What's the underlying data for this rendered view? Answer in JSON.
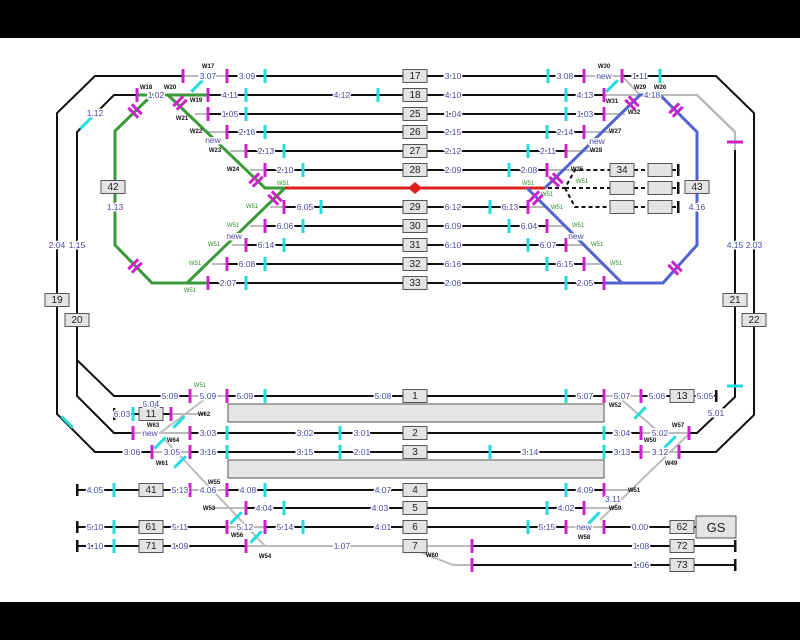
{
  "colors": {
    "section_label": "#4a4aa8",
    "magenta_signal": "#cc22cc",
    "cyan_sensor": "#22dddd",
    "route_red": "#e02020",
    "route_green": "#3a9a3a",
    "route_blue": "#5262d0",
    "inactive_track": "#bbbbbb"
  },
  "tracks": [
    "17",
    "18",
    "25",
    "26",
    "27",
    "28",
    "29",
    "30",
    "31",
    "32",
    "33",
    "42",
    "43",
    "19",
    "20",
    "21",
    "22",
    "34",
    "1",
    "2",
    "3",
    "4",
    "5",
    "6",
    "7",
    "11",
    "13",
    "41",
    "61",
    "71",
    "62",
    "72",
    "73",
    "GS"
  ],
  "sections": [
    "3.07",
    "3.09",
    "3.10",
    "3.08",
    "new",
    "1.11",
    "1.02",
    "4.11",
    "4.12",
    "4.10",
    "4.13",
    "4.18",
    "1.05",
    "1.04",
    "1.03",
    "2.16",
    "2.15",
    "2.14",
    "new",
    "new",
    "2.13",
    "2.12",
    "2.11",
    "2.10",
    "2.09",
    "2.08",
    "6.05",
    "6.12",
    "6.13",
    "6.06",
    "6.09",
    "6.04",
    "new",
    "new",
    "6.14",
    "6.10",
    "6.07",
    "6.08",
    "6.16",
    "6.15",
    "2.07",
    "2.06",
    "2.05",
    "1.12",
    "1.13",
    "4.16",
    "2.04",
    "1.15",
    "4.15",
    "2.03",
    "5.09",
    "5.09",
    "5.09",
    "5.08",
    "5.07",
    "5.07",
    "5.06",
    "5.05",
    "6.03",
    "5.04",
    "new",
    "3.03",
    "3.02",
    "3.01",
    "3.04",
    "5.02",
    "5.01",
    "3.06",
    "3.05",
    "3.16",
    "3.15",
    "2.01",
    "3.14",
    "3.13",
    "3.12",
    "4.05",
    "5.13",
    "4.06",
    "4.08",
    "4.07",
    "4.09",
    "3.11",
    "4.04",
    "4.03",
    "4.02",
    "5.10",
    "5.11",
    "5.12",
    "5.14",
    "4.01",
    "5.15",
    "new",
    "0.00",
    "1.10",
    "1.09",
    "1.07",
    "1.08",
    "1.06"
  ],
  "switches": [
    "W17",
    "W18",
    "W20",
    "W19",
    "W21",
    "W30",
    "W29",
    "W26",
    "W31",
    "W32",
    "W22",
    "W27",
    "W23",
    "W28",
    "W24",
    "W25",
    "W52",
    "W62",
    "W63",
    "W64",
    "W50",
    "W57",
    "W61",
    "W49",
    "W55",
    "W51",
    "W53",
    "W59",
    "W56",
    "W58",
    "W54",
    "W60"
  ],
  "route_switches": [
    "W51",
    "W51",
    "W51",
    "W51",
    "W51",
    "W51",
    "W51",
    "W51",
    "W51",
    "W51",
    "W51",
    "W51",
    "W51",
    "W51"
  ]
}
